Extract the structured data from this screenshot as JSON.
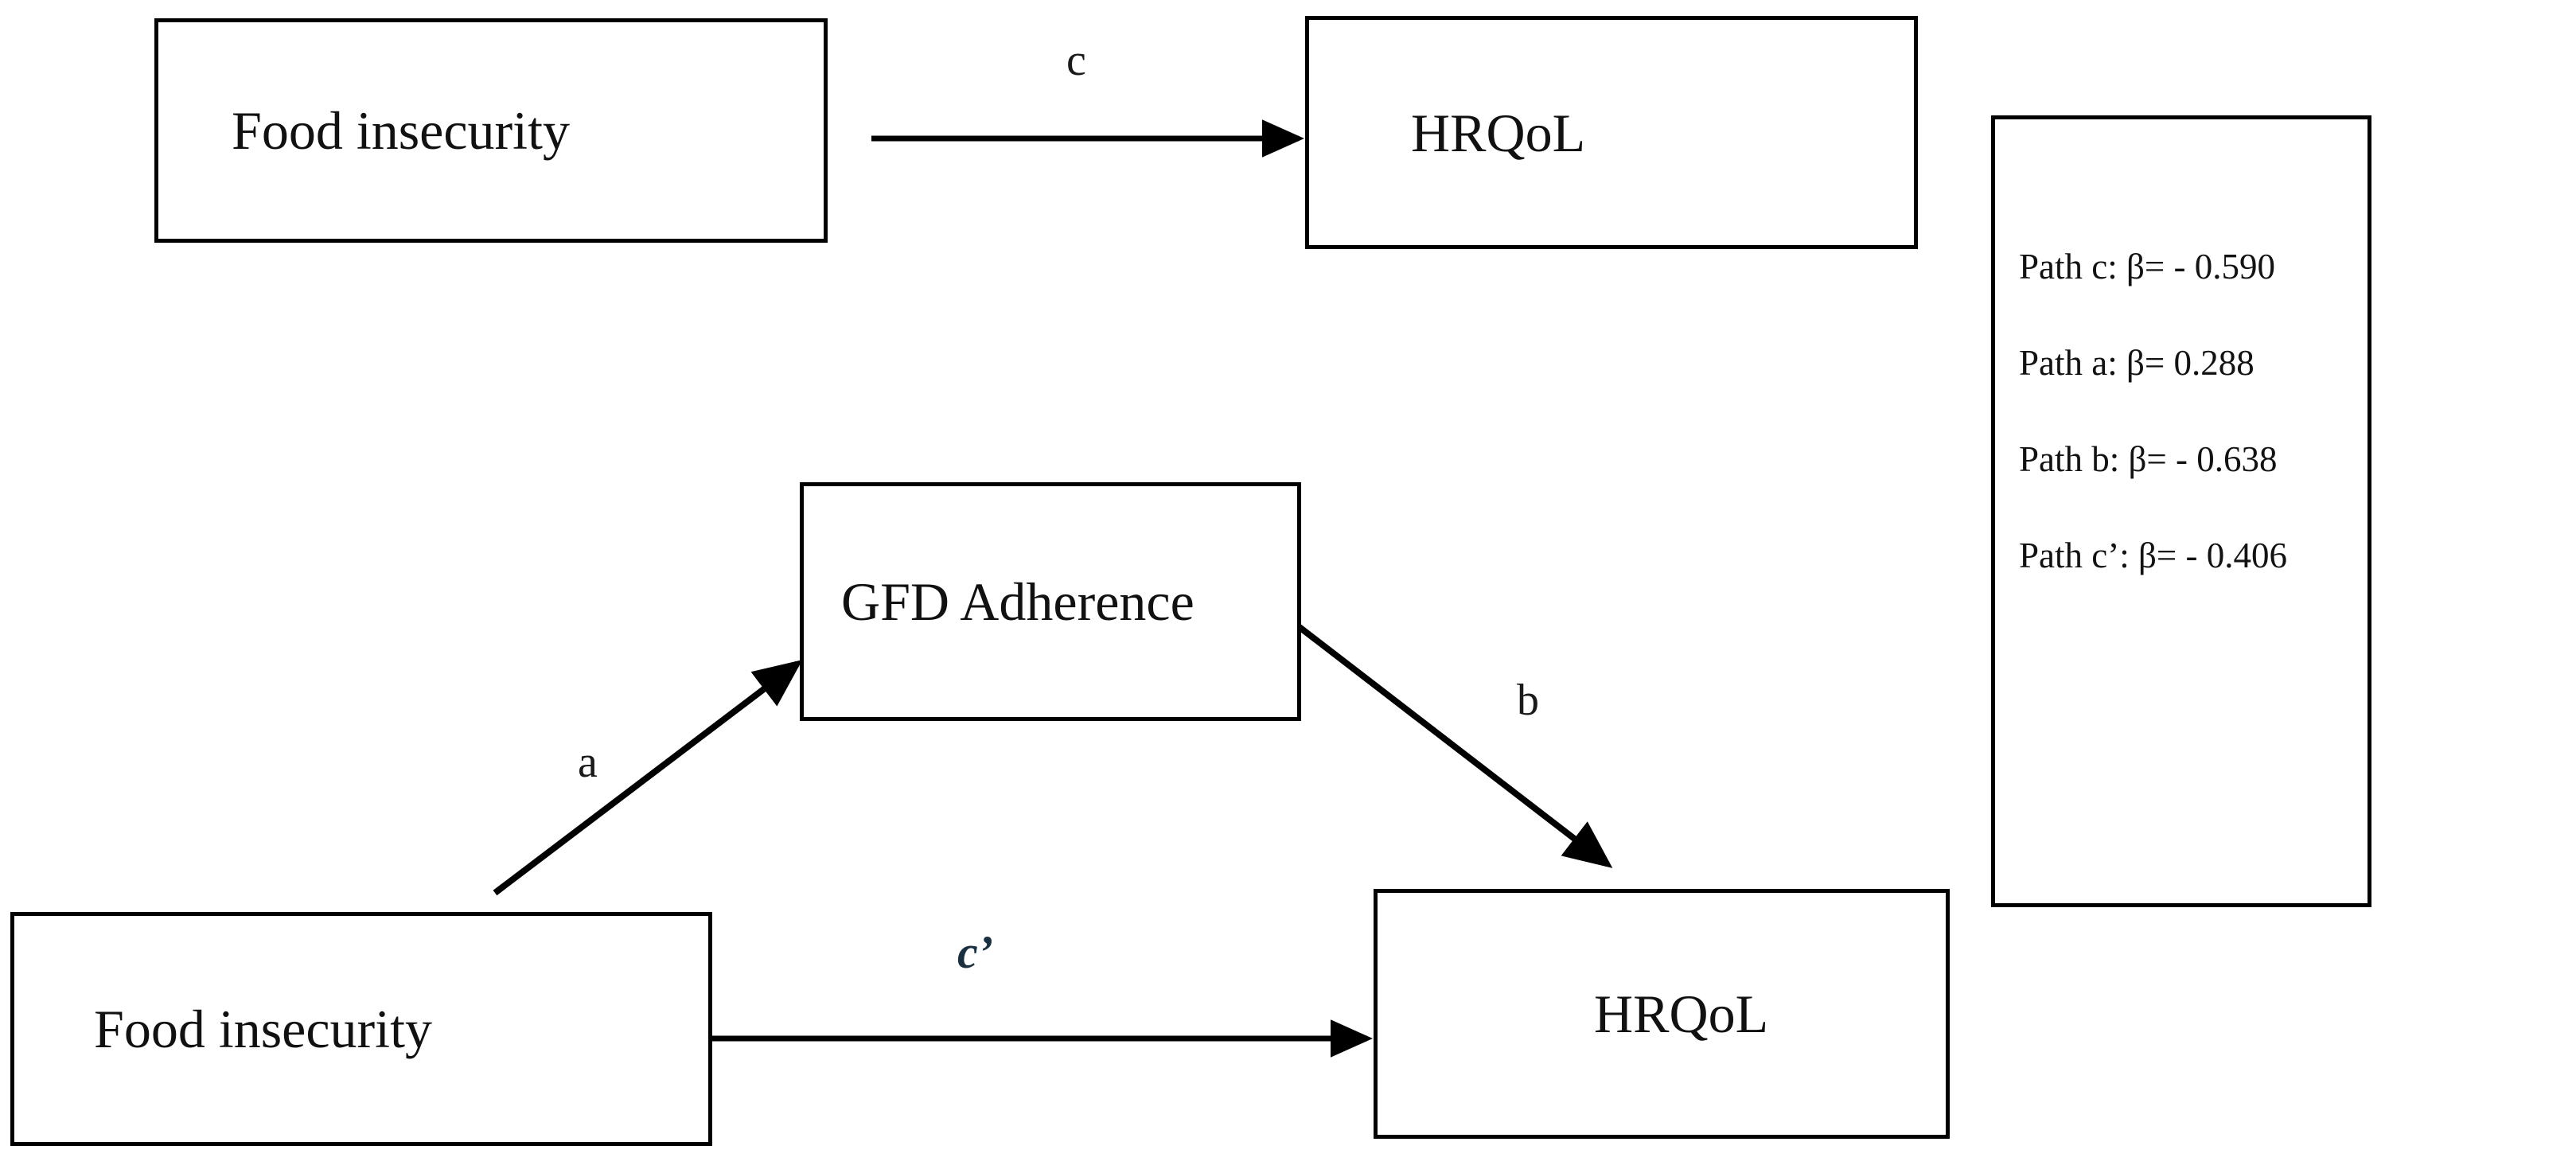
{
  "figure": {
    "type": "mediation-path-diagram",
    "background_color": "#ffffff",
    "line_color": "#000000",
    "accent_color": "#1a3040"
  },
  "top_model": {
    "predictor_label": "Food insecurity",
    "outcome_label": "HRQoL",
    "path_label": "c"
  },
  "mediation_model": {
    "predictor_label": "Food insecurity",
    "mediator_label": "GFD Adherence",
    "outcome_label": "HRQoL",
    "path_a_label": "a",
    "path_b_label": "b",
    "path_cprime_label": "c’"
  },
  "legend": {
    "lines": [
      "Path c: β= - 0.590",
      "Path a: β= 0.288",
      "Path b: β= - 0.638",
      "Path c’: β= - 0.406"
    ]
  },
  "chart_data": {
    "type": "diagram",
    "title": "",
    "nodes": [
      {
        "id": "fi_top",
        "label": "Food insecurity",
        "panel": "total-effect"
      },
      {
        "id": "hrqol_top",
        "label": "HRQoL",
        "panel": "total-effect"
      },
      {
        "id": "fi_bot",
        "label": "Food insecurity",
        "panel": "mediation"
      },
      {
        "id": "gfd",
        "label": "GFD Adherence",
        "panel": "mediation"
      },
      {
        "id": "hrqol_bot",
        "label": "HRQoL",
        "panel": "mediation"
      }
    ],
    "edges": [
      {
        "path": "c",
        "from": "fi_top",
        "to": "hrqol_top",
        "beta": -0.59,
        "label": "c"
      },
      {
        "path": "a",
        "from": "fi_bot",
        "to": "gfd",
        "beta": 0.288,
        "label": "a"
      },
      {
        "path": "b",
        "from": "gfd",
        "to": "hrqol_bot",
        "beta": -0.638,
        "label": "b"
      },
      {
        "path": "c'",
        "from": "fi_bot",
        "to": "hrqol_bot",
        "beta": -0.406,
        "label": "c’"
      }
    ]
  }
}
